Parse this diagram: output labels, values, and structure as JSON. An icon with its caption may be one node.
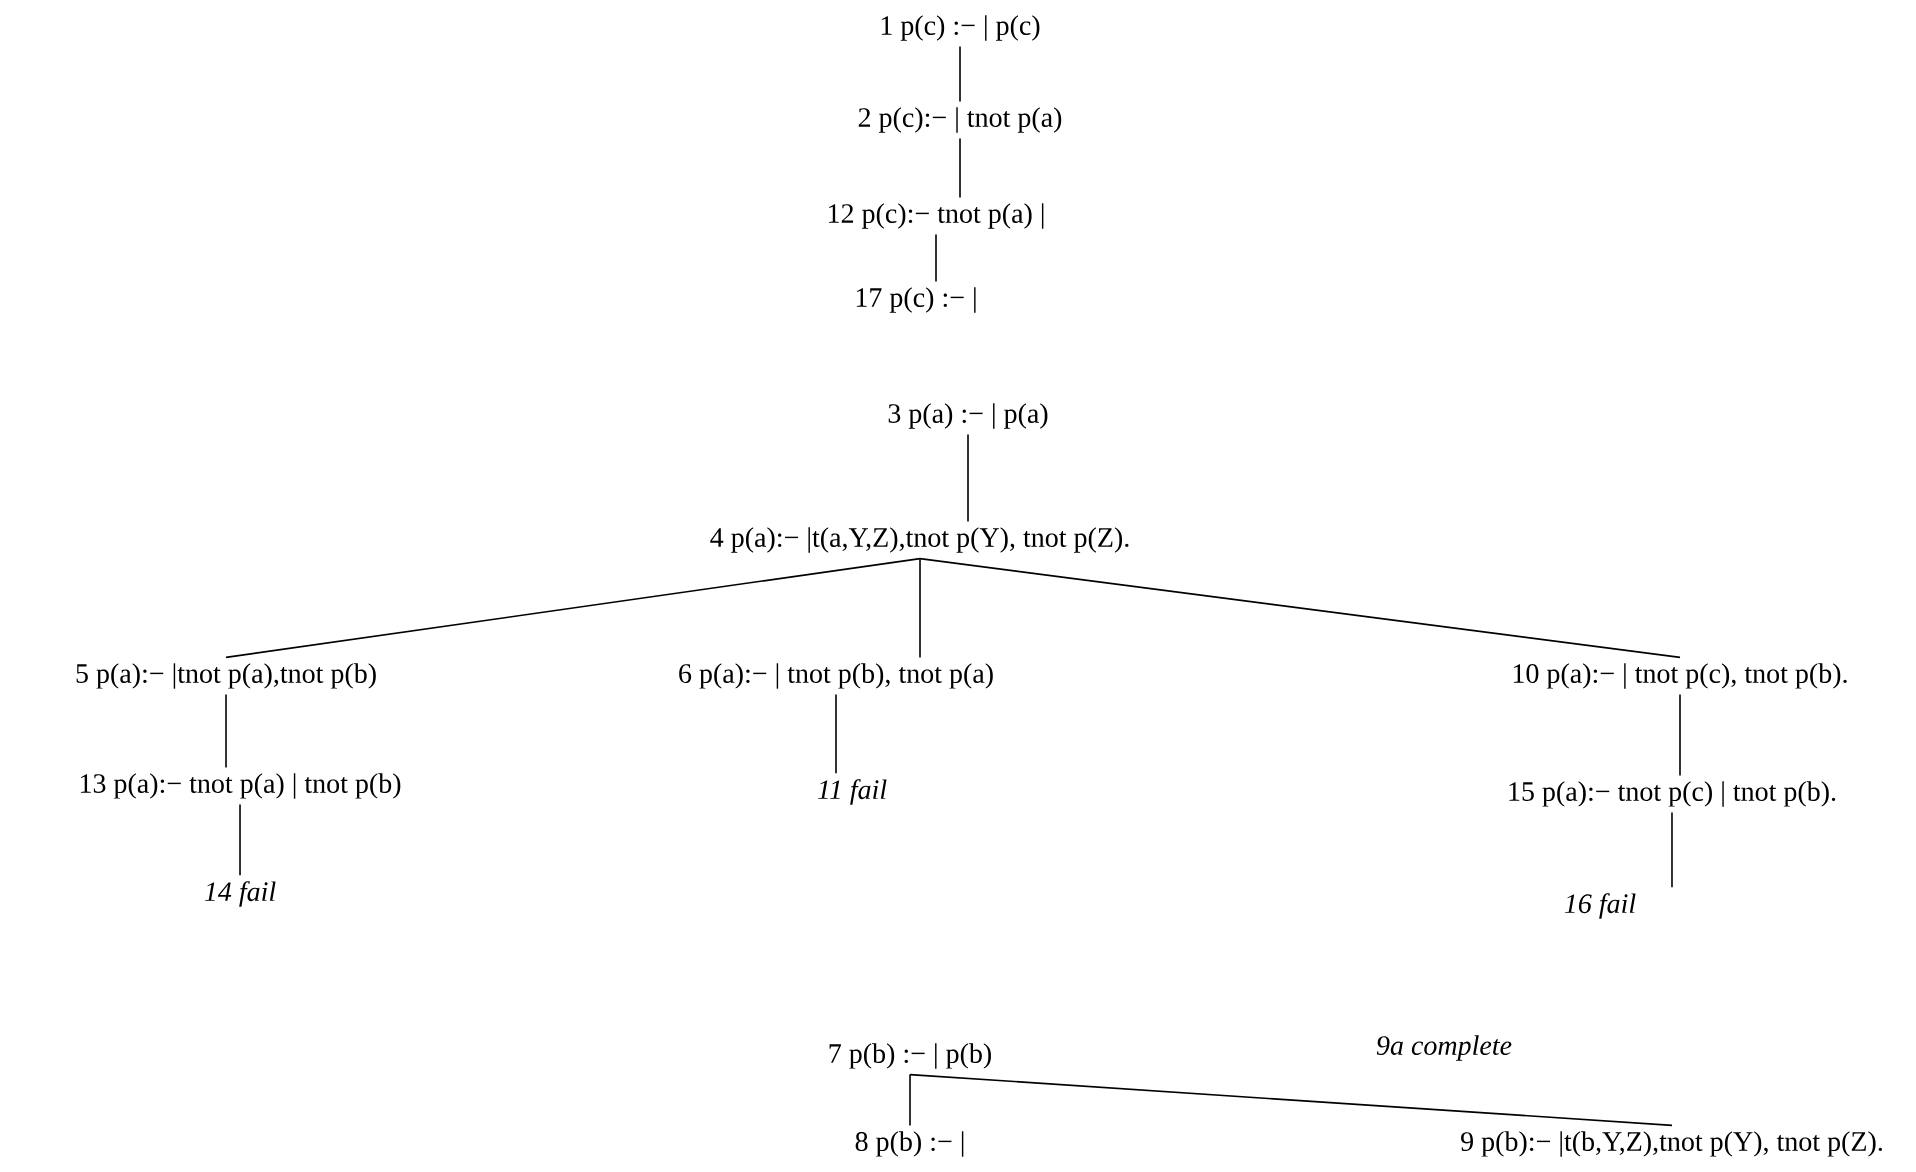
{
  "diagram": {
    "nodes": [
      {
        "text": [
          "1 p(c) :− | p(c)"
        ]
      },
      {
        "text": [
          "2 p(c):− | tnot p(a)"
        ]
      },
      {
        "text": [
          "12 p(c):− tnot p(a) |"
        ]
      },
      {
        "text": [
          "17 p(c) :− |"
        ]
      },
      {
        "text": [
          "3 p(a) :− | p(a)"
        ]
      },
      {
        "text": [
          "4 p(a):− |t(a,Y,Z),tnot p(Y), tnot p(Z)."
        ]
      },
      {
        "text": [
          "5 p(a):− |tnot p(a),tnot p(b)"
        ]
      },
      {
        "text": [
          "6  p(a):− | tnot p(b), tnot p(a)"
        ]
      },
      {
        "text": [
          "10 p(a):− | tnot p(c), tnot p(b)."
        ]
      },
      {
        "text": [
          "13 p(a):− tnot p(a) | tnot p(b)"
        ]
      },
      {
        "text": [
          "11 fail"
        ]
      },
      {
        "text": [
          "15 p(a):− tnot p(c) | tnot p(b)."
        ]
      },
      {
        "text": [
          "14 fail"
        ]
      },
      {
        "text": [
          "16 fail"
        ]
      },
      {
        "text": [
          "7 p(b) :− | p(b)"
        ]
      },
      {
        "text": [
          "8 p(b) :− |"
        ]
      },
      {
        "text": [
          "9 p(b):− |t(b,Y,Z),tnot p(Y), tnot p(Z)."
        ]
      }
    ],
    "edges": [
      {
        "from": 0,
        "to": 1,
        "arrow": "none"
      },
      {
        "from": 1,
        "to": 2,
        "arrow": "none"
      },
      {
        "from": 2,
        "to": 3,
        "arrow": "none"
      },
      {
        "from": 4,
        "to": 5,
        "arrow": "none"
      },
      {
        "from": 5,
        "to": 6,
        "arrow": "none"
      },
      {
        "from": 5,
        "to": 7,
        "arrow": "none"
      },
      {
        "from": 5,
        "to": 8,
        "arrow": "none"
      },
      {
        "from": 6,
        "to": 9,
        "arrow": "none"
      },
      {
        "from": 7,
        "to": 10,
        "arrow": "none"
      },
      {
        "from": 8,
        "to": 11,
        "arrow": "none"
      },
      {
        "from": 9,
        "to": 12,
        "arrow": "none"
      },
      {
        "from": 11,
        "to": 13,
        "arrow": "none"
      },
      {
        "from": 14,
        "to": 15,
        "arrow": "none"
      },
      {
        "from": 14,
        "to": 16,
        "arrow": "none"
      }
    ],
    "labels": [
      "9a complete"
    ]
  }
}
